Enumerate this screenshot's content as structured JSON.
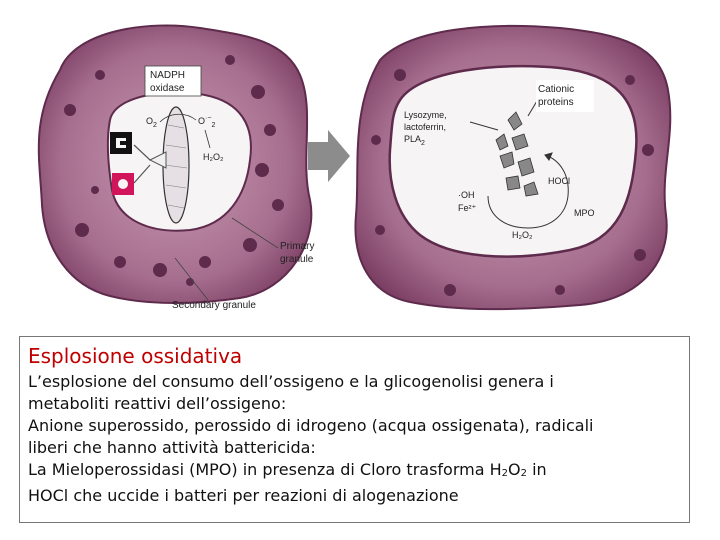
{
  "figure": {
    "left_panel": {
      "nadph_label_line1": "NADPH",
      "nadph_label_line2": "oxidase",
      "o2_label": "O",
      "o2_sub": "2",
      "superoxide_label": "O",
      "superoxide_sup": "·−",
      "superoxide_sub": "2",
      "h2o2_label": "H₂O₂",
      "primary_granule_line1": "Primary",
      "primary_granule_line2": "granule",
      "secondary_granule_label": "Secondary granule"
    },
    "right_panel": {
      "cationic_line1": "Cationic",
      "cationic_line2": "proteins",
      "lysozyme_line1": "Lysozyme,",
      "lysozyme_line2": "lactoferrin,",
      "lysozyme_line3": "PLA",
      "lysozyme_sub": "2",
      "hocl_label": "HOCl",
      "oh_label": "·OH",
      "fe_label": "Fe²⁺",
      "mpo_label": "MPO",
      "h2o2_label": "H₂O₂"
    },
    "colors": {
      "cell_body": "#a66e8e",
      "cell_dark": "#5e2b4c",
      "vacuole": "#f7f4f6",
      "arrow": "#8c8c8c",
      "receptor_black": "#111111",
      "receptor_magenta": "#d2145a"
    },
    "icons": [
      "receptor-black-icon",
      "receptor-magenta-icon",
      "transition-arrow-icon",
      "bacterium-icon"
    ]
  },
  "caption": {
    "title": "Esplosione ossidativa",
    "line1": "L’esplosione del consumo dell’ossigeno e la glicogenolisi genera i",
    "line2": "metaboliti reattivi dell’ossigeno:",
    "line3": "Anione superossido, perossido di idrogeno (acqua ossigenata), radicali",
    "line4": "liberi che hanno attività battericida:",
    "line5_a": "La Mieloperossidasi (MPO) in presenza di Cloro trasforma H",
    "line5_sub1": "2",
    "line5_b": "O",
    "line5_sub2": "2",
    "line5_c": " in",
    "line6": "HOCl che uccide i batteri per reazioni di alogenazione"
  }
}
